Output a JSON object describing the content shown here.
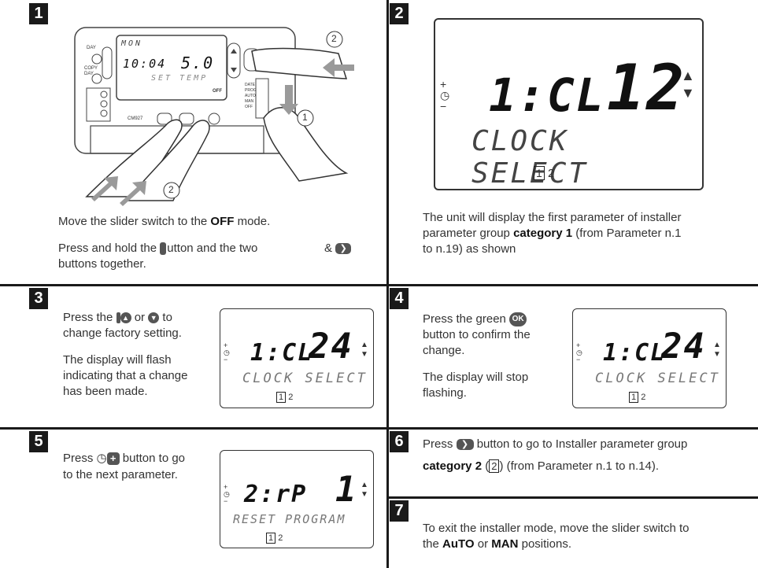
{
  "steps": {
    "s1": "1",
    "s2": "2",
    "s3": "3",
    "s4": "4",
    "s5": "5",
    "s6": "6",
    "s7": "7"
  },
  "panel1": {
    "device": {
      "lcd_day": "MON",
      "lcd_time": "10:04",
      "lcd_temp": "5.0",
      "lcd_unit": "°",
      "lcd_sub": "SET TEMP",
      "lcd_off": "OFF",
      "btn_day": "DAY",
      "btn_copy": "COPY DAY",
      "model": "CM927",
      "slider_labels": [
        "DATE",
        "PROG",
        "AUTO",
        "MAN",
        "OFF"
      ]
    },
    "callouts": [
      "1",
      "2",
      "2"
    ],
    "line1_a": "Move the slider switch to the ",
    "line1_b": "OFF",
    "line1_c": " mode.",
    "line2_a": "Press and hold the ",
    "line2_b": "utton and the two",
    "line2_c": "&",
    "line3": "buttons together."
  },
  "panel2": {
    "lcd_left": "1:CL",
    "lcd_right": "12",
    "lcd_bottom": "CLOCK SELECT",
    "lcd_cat_box": "1",
    "lcd_cat_next": "2",
    "text_1": "The unit will display the first parameter of installer",
    "text_2a": "parameter group ",
    "text_2b": "category 1",
    "text_2c": " (from Parameter n.1",
    "text_3": "to n.19) as shown"
  },
  "panel3": {
    "t1a": "Press the",
    "t1b": "or",
    "t1c": "to",
    "t2": "change factory setting.",
    "t3": "The display will flash",
    "t4": "indicating that a change",
    "t5": "has been made.",
    "lcd_left": "1:CL",
    "lcd_right": "24",
    "lcd_bottom": "CLOCK SELECT",
    "lcd_cat_box": "1",
    "lcd_cat_next": "2"
  },
  "panel4": {
    "t1a": "Press the green",
    "ok_label": "OK",
    "t2": "button to confirm the",
    "t3": "change.",
    "t4": "The display will stop",
    "t5": "flashing.",
    "lcd_left": "1:CL",
    "lcd_right": "24",
    "lcd_bottom": "CLOCK SELECT",
    "lcd_cat_box": "1",
    "lcd_cat_next": "2"
  },
  "panel5": {
    "t1a": "Press",
    "t1b": "button to go",
    "t2": "to the next parameter.",
    "lcd_left": "2:rP",
    "lcd_right": "1",
    "lcd_bottom": "RESET PROGRAM",
    "lcd_cat_box": "1",
    "lcd_cat_next": "2"
  },
  "panel6": {
    "t1a": "Press",
    "t1b": "button to go to Installer parameter group",
    "t2a": "category 2",
    "t2b": " (",
    "t2box": "2",
    "t2c": ") (from Parameter n.1 to n.14)."
  },
  "panel7": {
    "t1": "To exit the installer mode, move the slider switch to",
    "t2a": "the ",
    "t2b": "AuTO",
    "t2c": " or ",
    "t2d": "MAN",
    "t2e": " positions."
  },
  "colors": {
    "accent": "#1a1a1a",
    "arrow": "#9a9a9a",
    "text": "#333333"
  }
}
